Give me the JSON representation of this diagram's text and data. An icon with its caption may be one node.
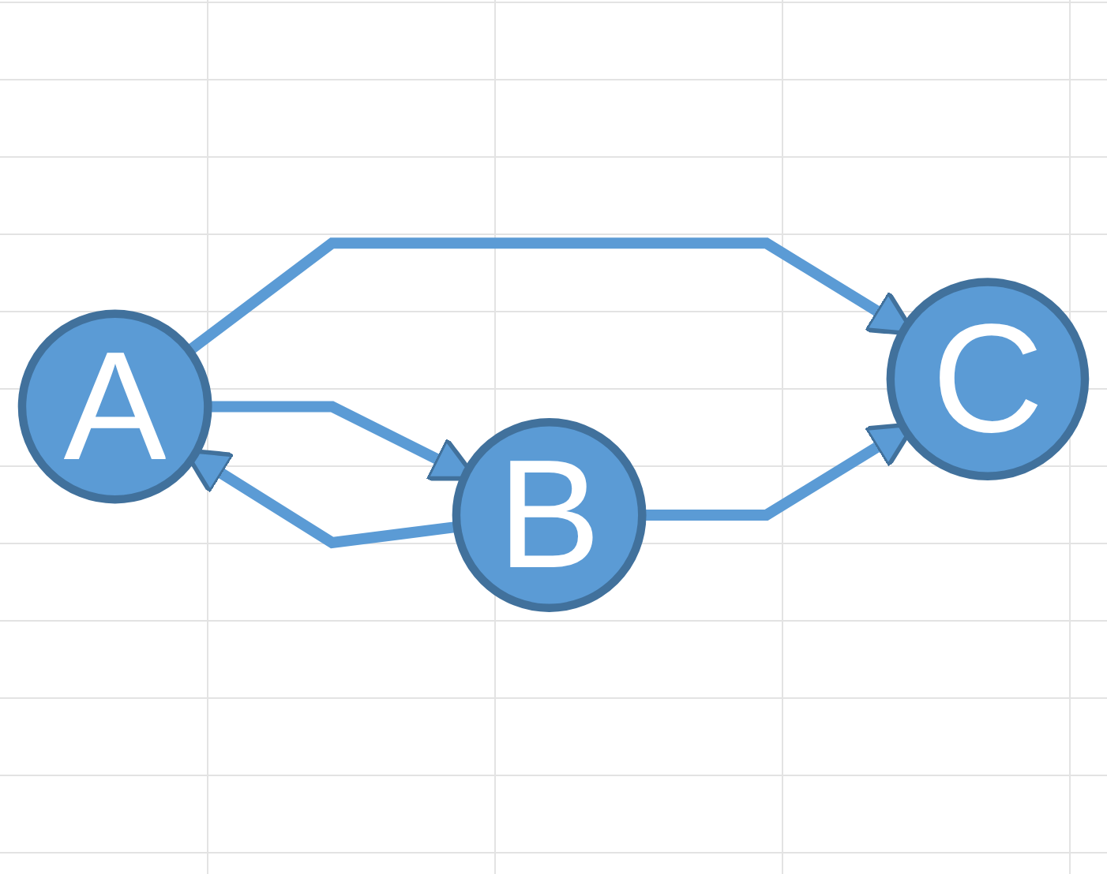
{
  "diagram": {
    "nodes": [
      {
        "text": [
          "A"
        ]
      },
      {
        "text": [
          "C"
        ]
      },
      {
        "text": [
          "B"
        ]
      }
    ],
    "edges": [
      {
        "from": 0,
        "to": 1,
        "arrow": "to"
      },
      {
        "from": 2,
        "to": 0,
        "arrow": "to"
      },
      {
        "from": 0,
        "to": 2,
        "arrow": "to"
      },
      {
        "from": 2,
        "to": 1,
        "arrow": "to"
      }
    ]
  }
}
